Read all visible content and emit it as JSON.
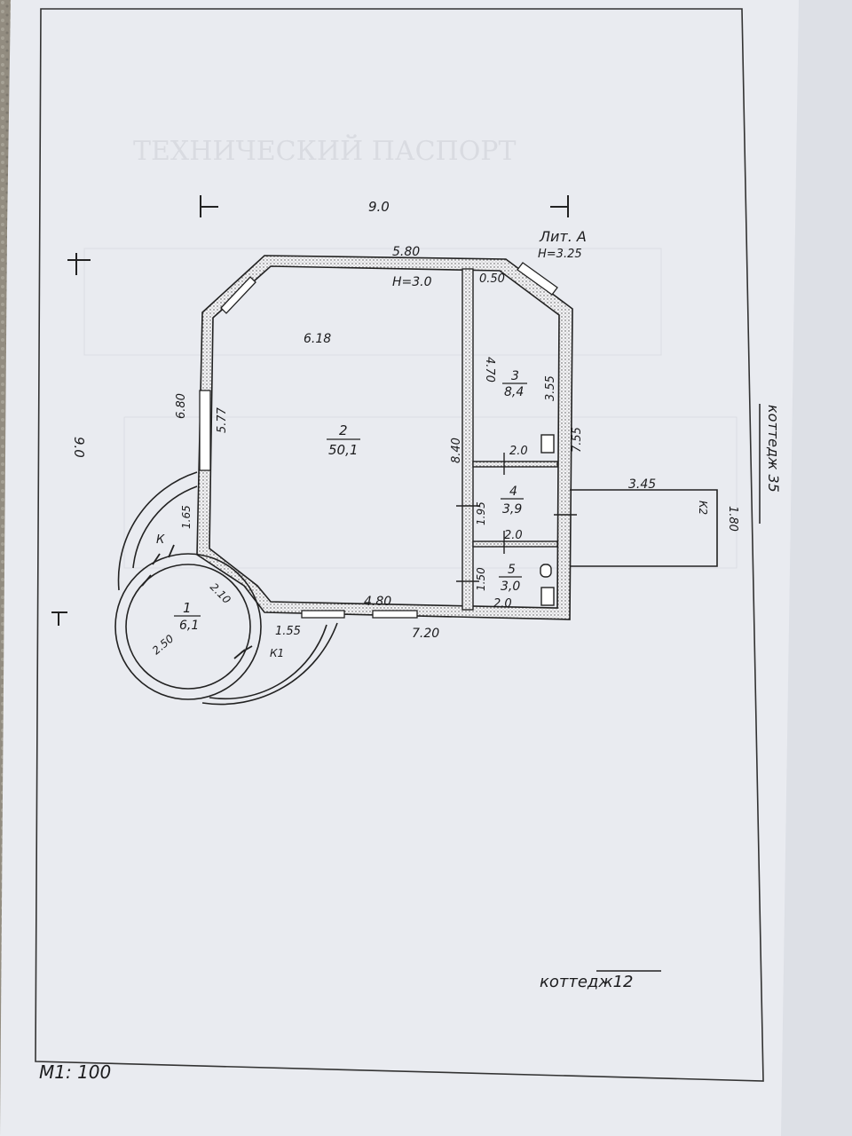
{
  "sheet": {
    "scale": "M1: 100",
    "cottage_bottom": "коттедж12",
    "cottage_side": "коттедж 35"
  },
  "plan": {
    "litera": "Лит. А",
    "litera_height": "Н=3.25",
    "room_height": "Н=3.0",
    "overall_width": "9.0",
    "overall_height": "9.0",
    "dimensions": {
      "top_wall": "5.80",
      "top_inner": "0.50",
      "left_outer": "6.80",
      "left_inner": "5.77",
      "room2_width": "6.18",
      "room2_depth": "8.40",
      "room3_depth": "4.70",
      "room3_right": "3.55",
      "right_wall": "7.55",
      "room4_top": "2.0",
      "room4_depth": "1.95",
      "room5_top": "2.0",
      "room5_depth": "1.50",
      "room5_bottom": "2.0",
      "bottom_inner": "4.80",
      "bottom_outer": "7.20",
      "bay_left": "1.65",
      "bay_diag": "2.10",
      "bay_radius": "2.50",
      "bay_door": "1.55",
      "porch_width": "3.45",
      "porch_depth": "1.80"
    },
    "porches": {
      "left": "К",
      "bottom": "К1",
      "right": "К2"
    },
    "rooms": [
      {
        "number": "1",
        "area": "6,1"
      },
      {
        "number": "2",
        "area": "50,1"
      },
      {
        "number": "3",
        "area": "8,4"
      },
      {
        "number": "4",
        "area": "3,9"
      },
      {
        "number": "5",
        "area": "3,0"
      }
    ]
  }
}
